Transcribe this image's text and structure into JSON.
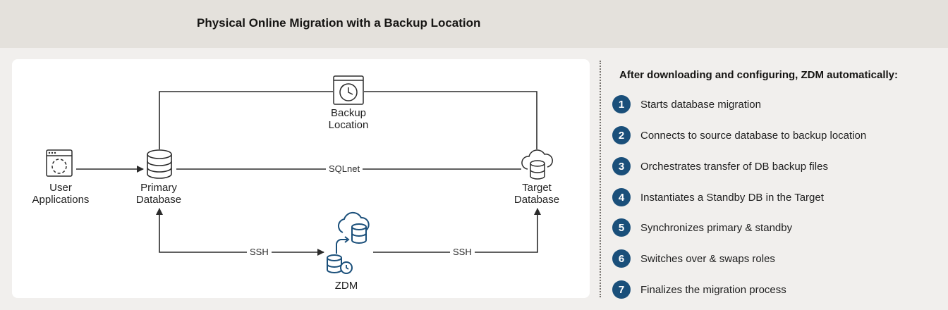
{
  "title": "Physical Online Migration with a Backup Location",
  "nodes": {
    "backup": [
      "Backup",
      "Location"
    ],
    "user_apps": [
      "User",
      "Applications"
    ],
    "primary": [
      "Primary",
      "Database"
    ],
    "target": [
      "Target",
      "Database"
    ],
    "zdm": "ZDM"
  },
  "edges": {
    "sqlnet": "SQLnet",
    "ssh_left": "SSH",
    "ssh_right": "SSH"
  },
  "steps": {
    "heading": "After downloading and configuring, ZDM automatically:",
    "items": [
      {
        "num": "1",
        "text": "Starts database migration"
      },
      {
        "num": "2",
        "text": "Connects to source database to backup location"
      },
      {
        "num": "3",
        "text": "Orchestrates transfer of DB backup files"
      },
      {
        "num": "4",
        "text": "Instantiates a Standby DB in the Target"
      },
      {
        "num": "5",
        "text": "Synchronizes primary & standby"
      },
      {
        "num": "6",
        "text": "Switches over & swaps roles"
      },
      {
        "num": "7",
        "text": "Finalizes the migration process"
      }
    ]
  },
  "colors": {
    "step_badge": "#1a4f7a",
    "accent_icon": "#1a4f7a",
    "line": "#2b2b2b"
  }
}
